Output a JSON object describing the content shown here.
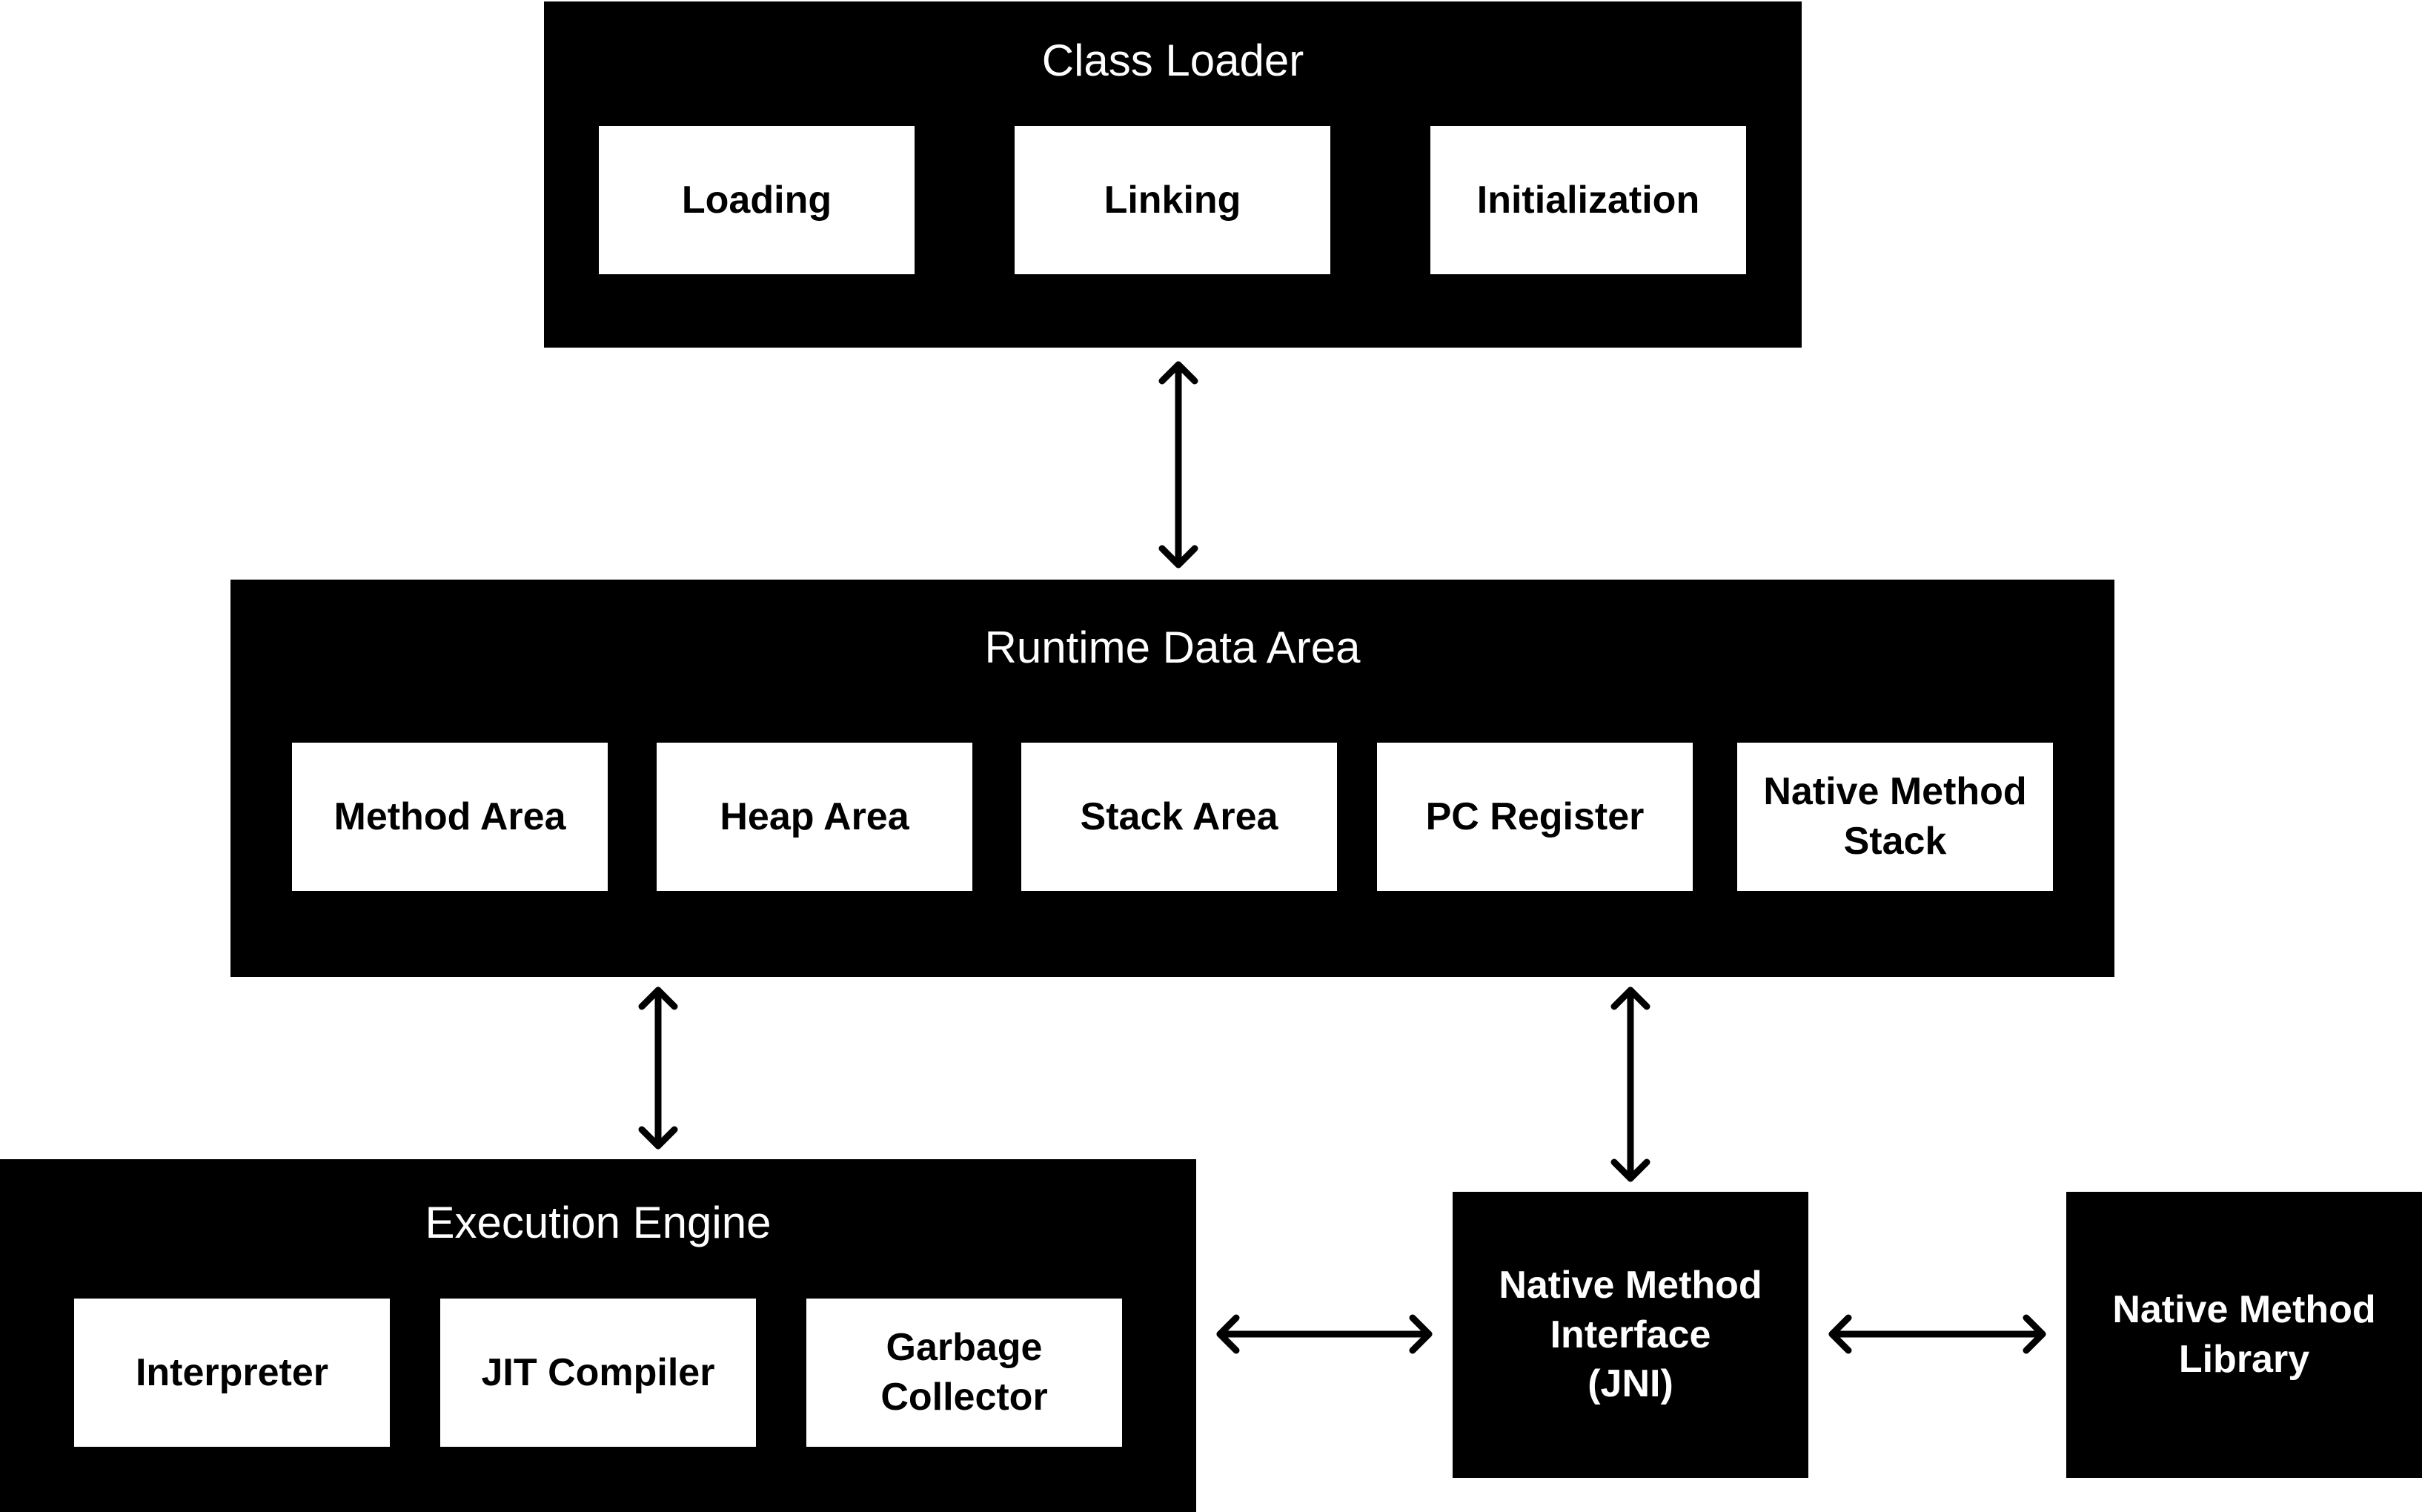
{
  "class_loader": {
    "title": "Class Loader",
    "components": [
      "Loading",
      "Linking",
      "Initialization"
    ]
  },
  "runtime_data_area": {
    "title": "Runtime Data Area",
    "components": [
      "Method Area",
      "Heap Area",
      "Stack Area",
      "PC Register",
      "Native Method\nStack"
    ]
  },
  "execution_engine": {
    "title": "Execution Engine",
    "components": [
      "Interpreter",
      "JIT Compiler",
      "Garbage\nCollector"
    ]
  },
  "native_method_interface": {
    "label": "Native Method\nInterface\n(JNI)"
  },
  "native_method_library": {
    "label": "Native Method\nLibrary"
  },
  "connections": [
    {
      "from": "class_loader",
      "to": "runtime_data_area",
      "direction": "bidirectional"
    },
    {
      "from": "runtime_data_area",
      "to": "execution_engine",
      "direction": "bidirectional"
    },
    {
      "from": "runtime_data_area",
      "to": "native_method_interface",
      "direction": "bidirectional"
    },
    {
      "from": "execution_engine",
      "to": "native_method_interface",
      "direction": "bidirectional"
    },
    {
      "from": "native_method_interface",
      "to": "native_method_library",
      "direction": "bidirectional"
    }
  ],
  "colors": {
    "container": "#000000",
    "component": "#ffffff",
    "arrow": "#000000"
  }
}
